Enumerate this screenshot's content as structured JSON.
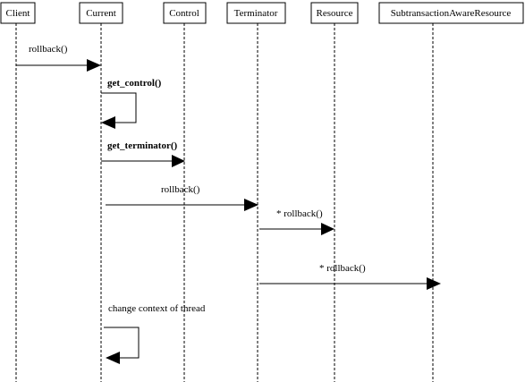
{
  "colors": {
    "background": "#ffffff",
    "line": "#000000"
  },
  "participants": [
    {
      "id": "client",
      "label": "Client"
    },
    {
      "id": "current",
      "label": "Current"
    },
    {
      "id": "control",
      "label": "Control"
    },
    {
      "id": "terminator",
      "label": "Terminator"
    },
    {
      "id": "resource",
      "label": "Resource"
    },
    {
      "id": "subtx",
      "label": "SubtransactionAwareResource"
    }
  ],
  "messages": [
    {
      "id": "msg1",
      "label": "rollback()",
      "from": "client",
      "to": "current",
      "bold": false
    },
    {
      "id": "msg2",
      "label": "get_control()",
      "from": "current",
      "to": "current",
      "bold": true
    },
    {
      "id": "msg3",
      "label": "get_terminator()",
      "from": "current",
      "to": "control",
      "bold": true
    },
    {
      "id": "msg4",
      "label": "rollback()",
      "from": "current",
      "to": "terminator",
      "bold": false
    },
    {
      "id": "msg5",
      "label": "* rollback()",
      "from": "terminator",
      "to": "resource",
      "bold": false
    },
    {
      "id": "msg6",
      "label": "* rollback()",
      "from": "terminator",
      "to": "subtx",
      "bold": false
    },
    {
      "id": "msg7",
      "label": "change context of thread",
      "from": "current",
      "to": "current",
      "bold": false
    }
  ]
}
